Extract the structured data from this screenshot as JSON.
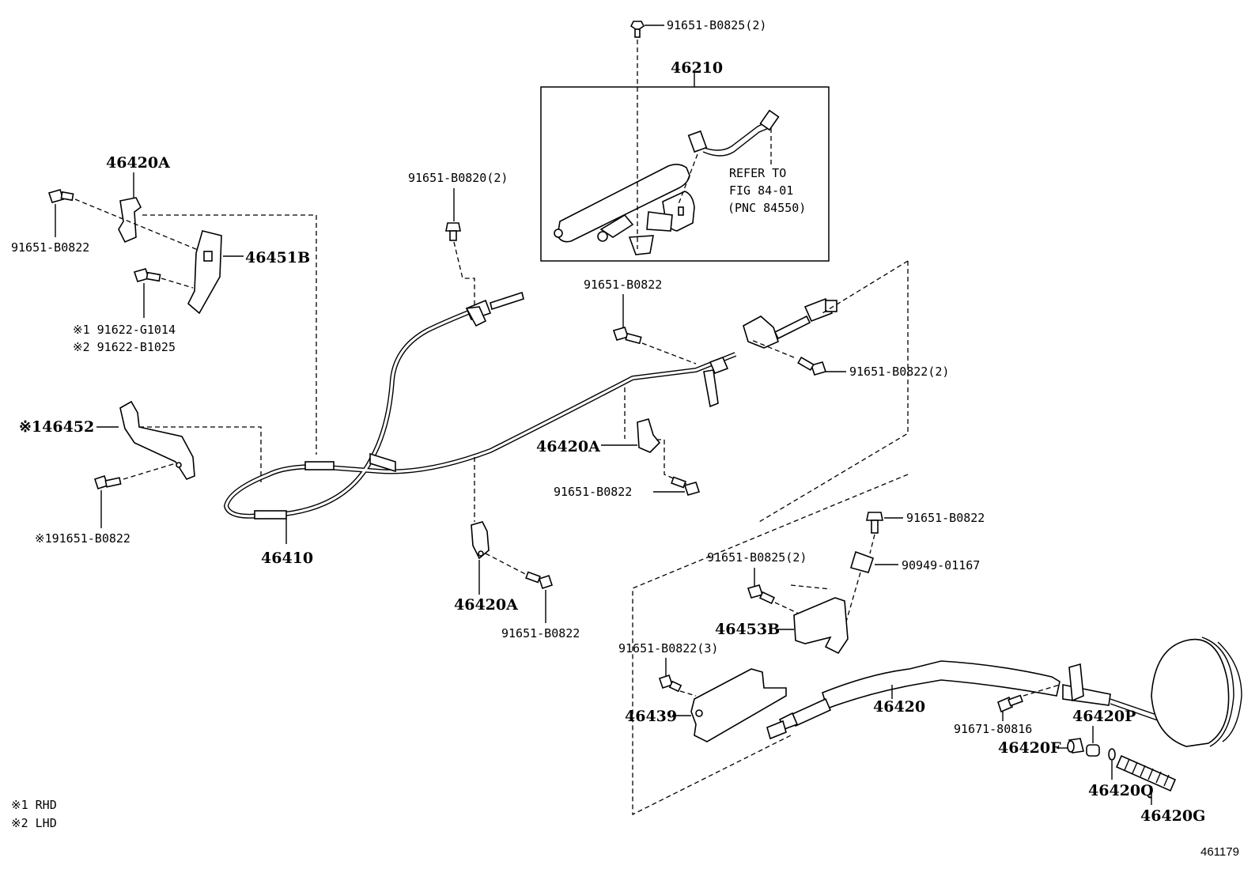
{
  "diagram_id": "461179",
  "notes": [
    "※1 RHD",
    "※2 LHD"
  ],
  "lever_assembly": {
    "part_no": "46210",
    "refer_line1": "REFER TO",
    "refer_line2": "FIG 84-01",
    "refer_line3": "(PNC 84550)"
  },
  "labels": {
    "bolt_top": "91651-B0825(2)",
    "bolt_0820": "91651-B0820(2)",
    "bracket_46420A_top": "46420A",
    "bolt_left_0822": "91651-B0822",
    "bracket_46451B": "46451B",
    "bolt_g1014": "※1 91622-G1014",
    "bolt_b1025": "※2 91622-B1025",
    "bracket_46452": "※146452",
    "bolt_left_lower": "※191651-B0822",
    "cable_46410": "46410",
    "bolt_mid_0822": "91651-B0822",
    "bolt_right_0822_2": "91651-B0822(2)",
    "bracket_46420A_mid": "46420A",
    "bolt_mid_lower": "91651-B0822",
    "bracket_46420A_low": "46420A",
    "bolt_low_0822": "91651-B0822",
    "bolt_rear_top": "91651-B0822",
    "clip_90949": "90949-01167",
    "bolt_0825_2": "91651-B0825(2)",
    "bracket_46453B": "46453B",
    "bolt_0822_3": "91651-B0822(3)",
    "bracket_46439": "46439",
    "cable_46420": "46420",
    "bolt_80816": "91671-80816",
    "part_46420P": "46420P",
    "part_46420F": "46420F",
    "part_46420Q": "46420Q",
    "part_46420G": "46420G"
  }
}
